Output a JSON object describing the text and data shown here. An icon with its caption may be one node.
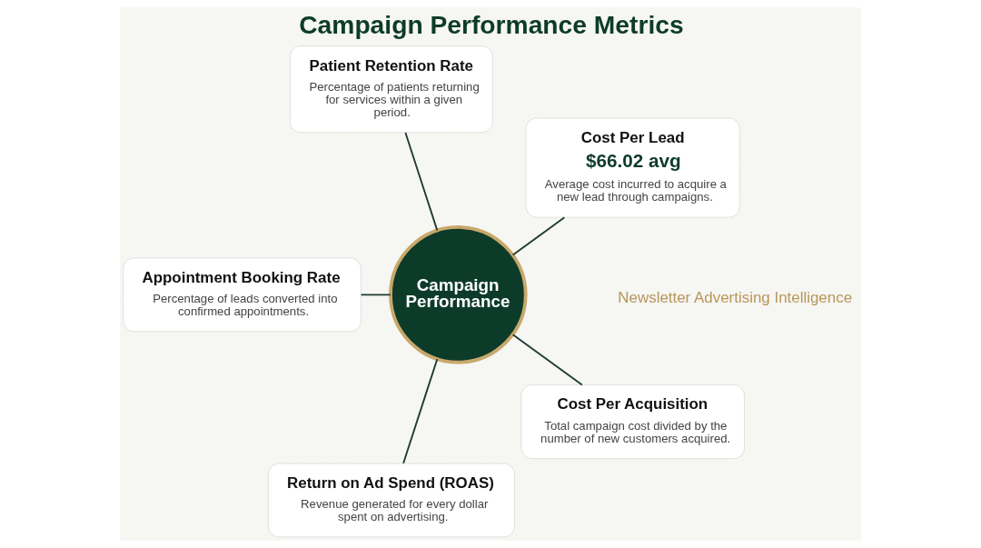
{
  "diagram": {
    "title": "Campaign Performance Metrics",
    "nodes": [
      {
        "text": [
          "Cost Per Lead",
          "$66.02 avg",
          "Average cost incurred to acquire a new lead through campaigns."
        ]
      },
      {
        "text": [
          "Patient Retention Rate",
          "Percentage of patients returning for services within a given period."
        ]
      },
      {
        "text": [
          "Appointment Booking Rate",
          "Percentage of leads converted into confirmed appointments."
        ]
      },
      {
        "text": [
          "Campaign Performance"
        ]
      },
      {
        "text": [
          "Return on Ad Spend (ROAS)",
          "Revenue generated for every dollar spent on advertising."
        ]
      },
      {
        "text": [
          "Cost Per Acquisition",
          "Total campaign cost divided by the number of new customers acquired."
        ]
      }
    ],
    "edges": [
      {
        "from": 3,
        "to": 0,
        "arrow": "none"
      },
      {
        "from": 3,
        "to": 1,
        "arrow": "none"
      },
      {
        "from": 3,
        "to": 2,
        "arrow": "none"
      },
      {
        "from": 3,
        "to": 4,
        "arrow": "none"
      },
      {
        "from": 3,
        "to": 5,
        "arrow": "none"
      }
    ],
    "labels": [
      "Newsletter Advertising Intelligence"
    ]
  }
}
